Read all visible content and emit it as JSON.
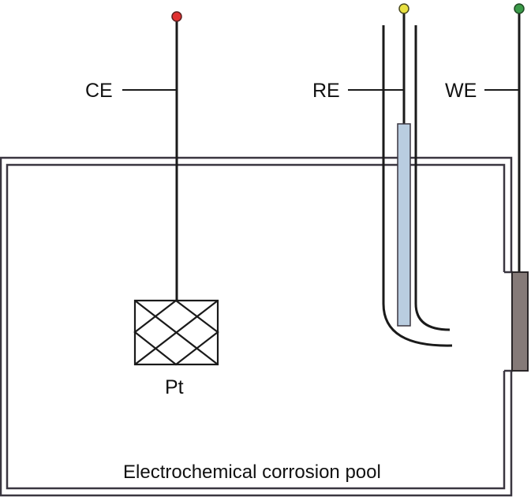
{
  "diagram": {
    "type": "electrochemical-cell-schematic",
    "container": {
      "label": "Electrochemical corrosion pool",
      "wall_color": "#3a3640"
    },
    "electrodes": [
      {
        "id": "ce",
        "label": "CE",
        "terminal_color": "#e03030",
        "element_label": "Pt",
        "element_type": "mesh"
      },
      {
        "id": "re",
        "label": "RE",
        "terminal_color": "#e8e040",
        "element_type": "rod-in-luggin-capillary",
        "element_color": "#b9cde0"
      },
      {
        "id": "we",
        "label": "WE",
        "terminal_color": "#3a9a48",
        "element_type": "sample-in-wall",
        "element_color": "#857a78"
      }
    ],
    "line_color": "#1a1a1a"
  }
}
